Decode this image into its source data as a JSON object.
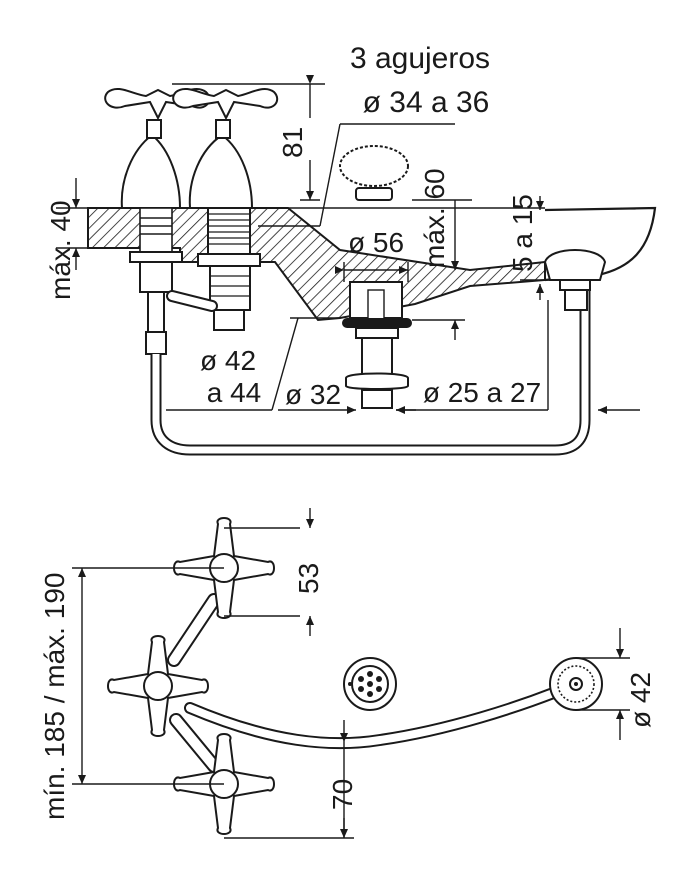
{
  "labels": {
    "holes_count": "3 agujeros",
    "holes_diameter": "ø 34 a 36",
    "height_81": "81",
    "max_40": "máx. 40",
    "max_60": "máx. 60",
    "range_5_15": "5 a 15",
    "diam_56": "ø 56",
    "diam_42_a": "ø 42",
    "diam_42_b": "a 44",
    "diam_32": "ø 32",
    "diam_25_27": "ø 25 a 27",
    "dim_53": "53",
    "min_max_190": "mín. 185 / máx. 190",
    "dim_70": "70",
    "diam_42_plan": "ø 42"
  },
  "colors": {
    "ink": "#1a1a1a",
    "paper": "#ffffff"
  }
}
